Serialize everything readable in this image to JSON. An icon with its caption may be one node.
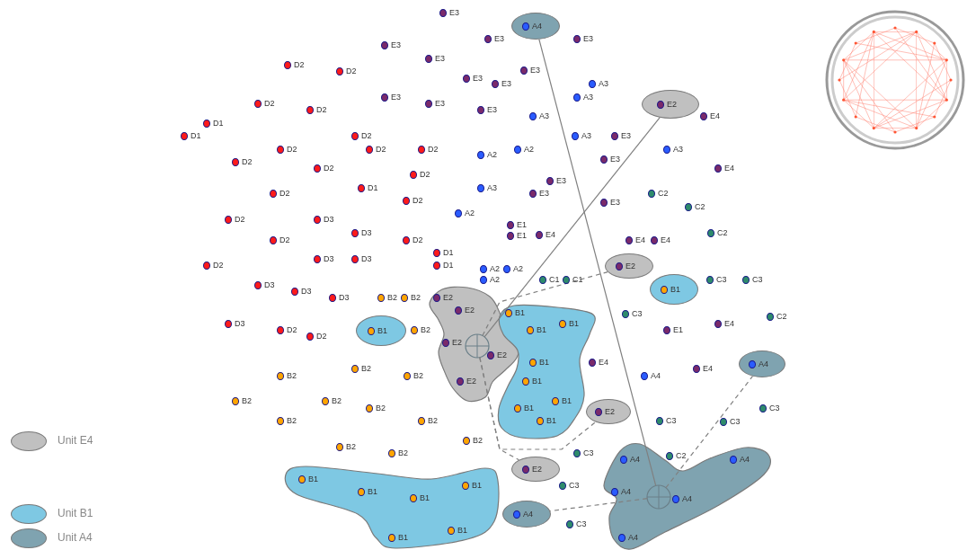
{
  "diagram": {
    "nodes": [
      {
        "text": [
          "A4"
        ]
      },
      {
        "text": [
          "E2"
        ]
      },
      {
        "text": [
          "E2"
        ]
      },
      {
        "text": [
          "B1"
        ]
      },
      {
        "text": [
          "E2",
          "E2",
          "E2",
          "E2",
          "E2"
        ]
      },
      {
        "text": [],
        "shape": "circle",
        "in": 4
      },
      {
        "text": [
          "B1"
        ]
      },
      {
        "text": [
          "B1",
          "B1",
          "B1",
          "B1",
          "B1",
          "B1",
          "B1",
          "B1"
        ]
      },
      {
        "text": [
          "E2"
        ]
      },
      {
        "text": [
          "A4"
        ]
      },
      {
        "text": [
          "E2"
        ]
      },
      {
        "text": [
          "B1",
          "B1",
          "B1",
          "B1",
          "B1",
          "B1"
        ]
      },
      {
        "text": [
          "A4",
          "A4",
          "A4",
          "A4",
          "A4"
        ]
      },
      {
        "text": [],
        "shape": "circle",
        "in": 12
      },
      {
        "text": [
          "A4"
        ]
      }
    ],
    "edges": [
      {
        "from": 5,
        "to": 1,
        "arrow": "none"
      },
      {
        "from": 5,
        "to": 2,
        "arrow": "none",
        "style": "dashed"
      },
      {
        "from": 5,
        "to": 8,
        "arrow": "none",
        "style": "dashed"
      },
      {
        "from": 5,
        "to": 10,
        "arrow": "none",
        "style": "dashed"
      },
      {
        "from": 13,
        "to": 0,
        "arrow": "none"
      },
      {
        "from": 13,
        "to": 9,
        "arrow": "none",
        "style": "dashed"
      },
      {
        "from": 13,
        "to": 14,
        "arrow": "none",
        "style": "dashed"
      }
    ],
    "labels": [
      "E3",
      "E3",
      "E3",
      "E3",
      "D2",
      "D2",
      "E3",
      "E3",
      "E3",
      "E3",
      "A3",
      "E3",
      "E3",
      "E3",
      "A3",
      "D2",
      "D2",
      "D1",
      "D1",
      "A3",
      "A3",
      "E3",
      "E4",
      "D2",
      "D2",
      "D2",
      "D2",
      "A2",
      "A2",
      "E3",
      "A3",
      "D2",
      "D2",
      "D2",
      "E4",
      "D1",
      "D2",
      "D2",
      "A3",
      "E3",
      "E3",
      "E3",
      "C2",
      "C2",
      "A2",
      "D2",
      "D3",
      "D3",
      "D2",
      "D2",
      "E1",
      "E1",
      "E4",
      "E4",
      "E4",
      "C2",
      "D1",
      "D1",
      "D3",
      "D3",
      "D2",
      "A2",
      "A2",
      "A2",
      "C1",
      "C1",
      "C3",
      "C3",
      "D3",
      "D3",
      "D3",
      "B2",
      "B2",
      "D3",
      "D2",
      "D2",
      "B2",
      "C3",
      "E1",
      "E4",
      "C2",
      "E4",
      "A4",
      "E4",
      "B2",
      "B2",
      "B2",
      "B2",
      "B2",
      "B2",
      "B2",
      "B2",
      "B2",
      "B2",
      "B2",
      "C3",
      "C3",
      "C3",
      "C3",
      "C2",
      "C3",
      "C3"
    ],
    "legend": [
      {
        "text": "Unit E4",
        "color": "#c0c0c0"
      },
      {
        "text": "Unit B1",
        "color": "#7ec8e3"
      },
      {
        "text": "Unit A4",
        "color": "#7fa3b0"
      }
    ]
  }
}
